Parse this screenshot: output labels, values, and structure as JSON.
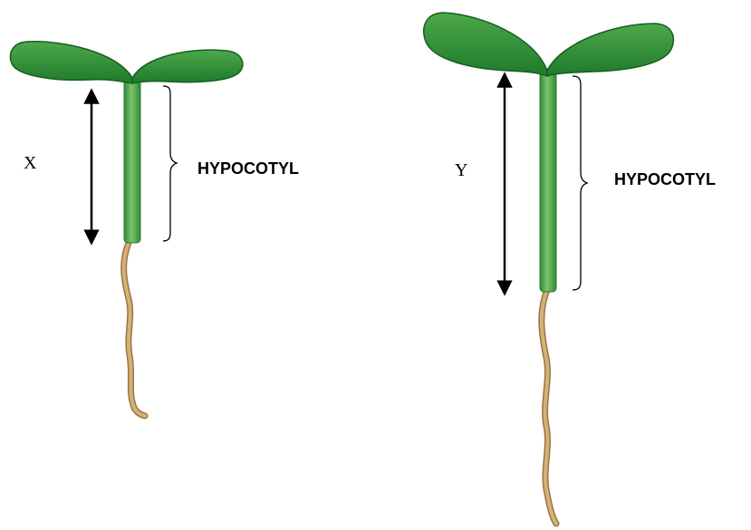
{
  "seedlings": [
    {
      "length_label": "X",
      "region_label": "HYPOCOTYL"
    },
    {
      "length_label": "Y",
      "region_label": "HYPOCOTYL"
    }
  ],
  "colors": {
    "leaf_dark": "#1e7a2c",
    "leaf_light": "#4ea84a",
    "stem": "#3f9a3d",
    "stem_highlight": "#7cc46a",
    "root": "#c9a36a",
    "root_dark": "#9c7440",
    "annotation": "#000000"
  }
}
